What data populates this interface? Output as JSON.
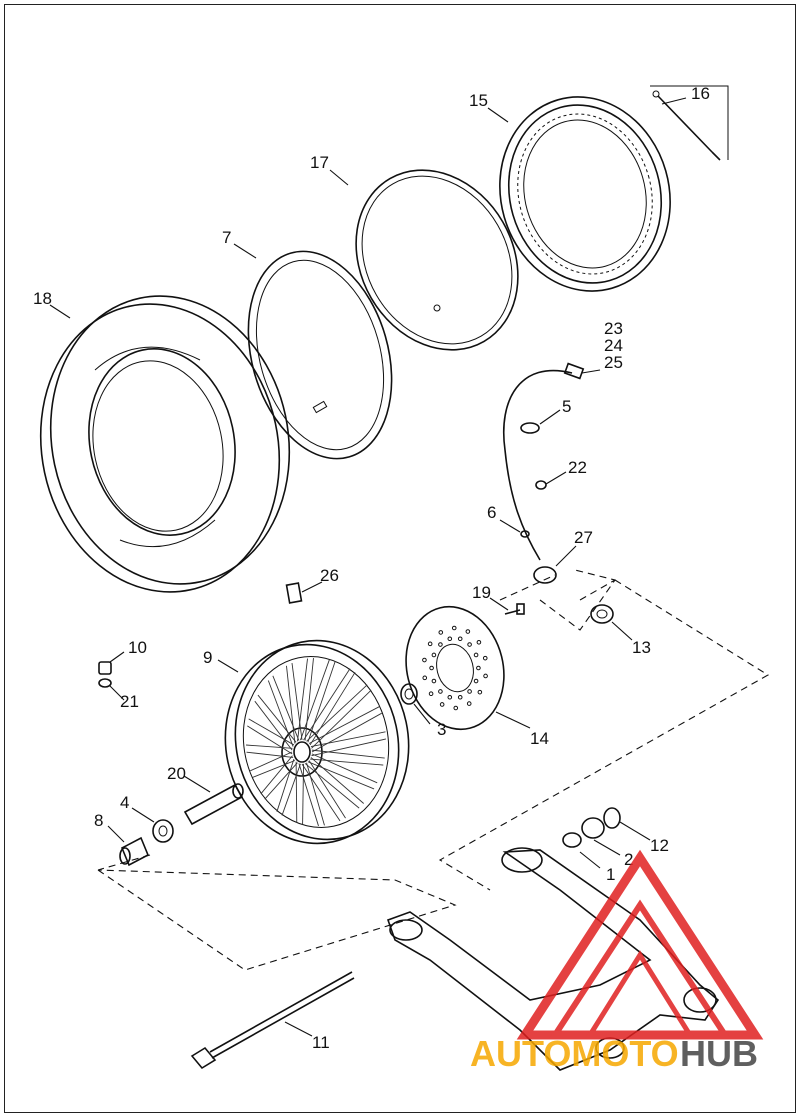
{
  "callouts": [
    {
      "id": "1",
      "label": "1"
    },
    {
      "id": "2",
      "label": "2"
    },
    {
      "id": "3",
      "label": "3"
    },
    {
      "id": "4",
      "label": "4"
    },
    {
      "id": "5",
      "label": "5"
    },
    {
      "id": "6",
      "label": "6"
    },
    {
      "id": "7",
      "label": "7"
    },
    {
      "id": "8",
      "label": "8"
    },
    {
      "id": "9",
      "label": "9"
    },
    {
      "id": "10",
      "label": "10"
    },
    {
      "id": "11",
      "label": "11"
    },
    {
      "id": "12",
      "label": "12"
    },
    {
      "id": "13",
      "label": "13"
    },
    {
      "id": "14",
      "label": "14"
    },
    {
      "id": "15",
      "label": "15"
    },
    {
      "id": "16",
      "label": "16"
    },
    {
      "id": "17",
      "label": "17"
    },
    {
      "id": "18",
      "label": "18"
    },
    {
      "id": "19",
      "label": "19"
    },
    {
      "id": "20",
      "label": "20"
    },
    {
      "id": "21",
      "label": "21"
    },
    {
      "id": "22",
      "label": "22"
    },
    {
      "id": "23",
      "label": "23"
    },
    {
      "id": "24",
      "label": "24"
    },
    {
      "id": "25",
      "label": "25"
    },
    {
      "id": "26",
      "label": "26"
    },
    {
      "id": "27",
      "label": "27"
    }
  ],
  "watermark": {
    "text_part1": "AUTOMOTO",
    "text_part2": "HUB",
    "color_orange": "#f6a800",
    "color_gray": "#444444",
    "color_red": "#e02020"
  }
}
